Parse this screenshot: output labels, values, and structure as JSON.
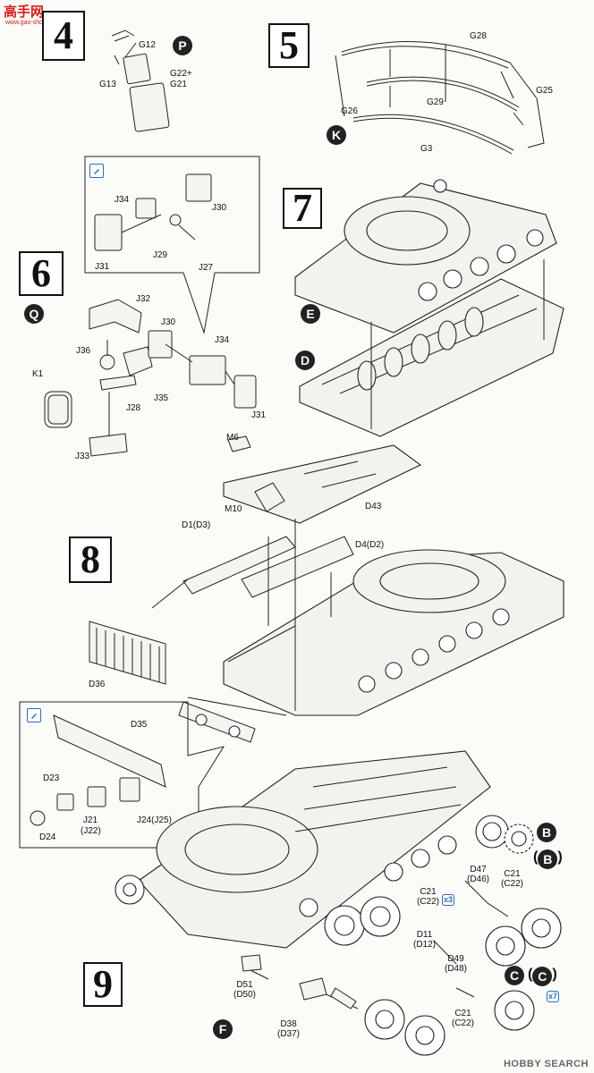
{
  "watermark": {
    "logo": "高手网",
    "url": "www.gao-shou.com"
  },
  "steps": [
    {
      "id": "step-4",
      "number": "4"
    },
    {
      "id": "step-5",
      "number": "5"
    },
    {
      "id": "step-6",
      "number": "6"
    },
    {
      "id": "step-7",
      "number": "7"
    },
    {
      "id": "step-8",
      "number": "8"
    },
    {
      "id": "step-9",
      "number": "9"
    }
  ],
  "sprue_markers": {
    "p": "P",
    "k": "K",
    "q": "Q",
    "e": "E",
    "d": "D",
    "b": "B",
    "b_paren": "B",
    "c": "C",
    "c_paren": "C",
    "f": "F"
  },
  "quantity_badges": {
    "x3": "x3",
    "x7": "x7"
  },
  "labels": {
    "step4": {
      "g12": "G12",
      "g13": "G13",
      "g22": "G22+",
      "g21": "G21"
    },
    "step5": {
      "g28": "G28",
      "g26": "G26",
      "g29": "G29",
      "g25": "G25",
      "g3": "G3"
    },
    "step6": {
      "j34a": "J34",
      "j30a": "J30",
      "j29": "J29",
      "j27": "J27",
      "j31a": "J31",
      "j32": "J32",
      "j36": "J36",
      "j30b": "J30",
      "k1": "K1",
      "j35": "J35",
      "j28": "J28",
      "j34b": "J34",
      "j31b": "J31",
      "j33": "J33"
    },
    "step8": {
      "m6": "M6",
      "m10": "M10",
      "d43": "D43",
      "d1": "D1(D3)",
      "d4": "D4(D2)",
      "d36": "D36",
      "d35": "D35",
      "d23": "D23",
      "d24": "D24",
      "j21a": "J21",
      "j21b": "(J22)",
      "j24": "J24(J25)"
    },
    "step9": {
      "c21a1": "C21",
      "c21a2": "(C22)",
      "d47a": "D47",
      "d47b": "(D46)",
      "c21b1": "C21",
      "c21b2": "(C22)",
      "d11a": "D11",
      "d11b": "(D12)",
      "d49a": "D49",
      "d49b": "(D48)",
      "d51a": "D51",
      "d51b": "(D50)",
      "d38a": "D38",
      "d38b": "(D37)",
      "c21c1": "C21",
      "c21c2": "(C22)"
    }
  },
  "footer": "HOBBY SEARCH"
}
